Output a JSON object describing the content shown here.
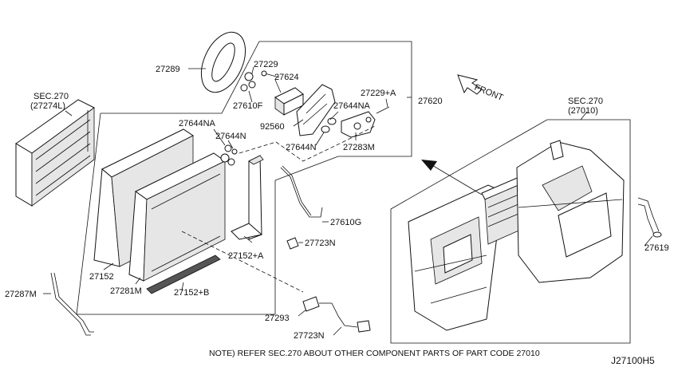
{
  "labels": {
    "p27289": "27289",
    "p27229": "27229",
    "p27624": "27624",
    "p27610F": "27610F",
    "p27644NA_top": "27644NA",
    "p27229A": "27229+A",
    "p27620": "27620",
    "p92560": "92560",
    "p27644N_mid": "27644N",
    "p27283M": "27283M",
    "sec270_left": "SEC.270",
    "sec270_left_code": "(27274L)",
    "p27644NA_left": "27644NA",
    "p27644N_left": "27644N",
    "sec270_right": "SEC.270",
    "sec270_right_code": "(27010)",
    "front": "FRONT",
    "p27610G": "27610G",
    "p27723N_a": "27723N",
    "p27152A": "27152+A",
    "p27152": "27152",
    "p27281M": "27281M",
    "p27152B": "27152+B",
    "p27287M": "27287M",
    "p27293": "27293",
    "p27723N_b": "27723N",
    "p27619": "27619"
  },
  "note": "NOTE) REFER SEC.270 ABOUT OTHER COMPONENT PARTS OF PART CODE 27010",
  "diagram_code": "J27100H5"
}
